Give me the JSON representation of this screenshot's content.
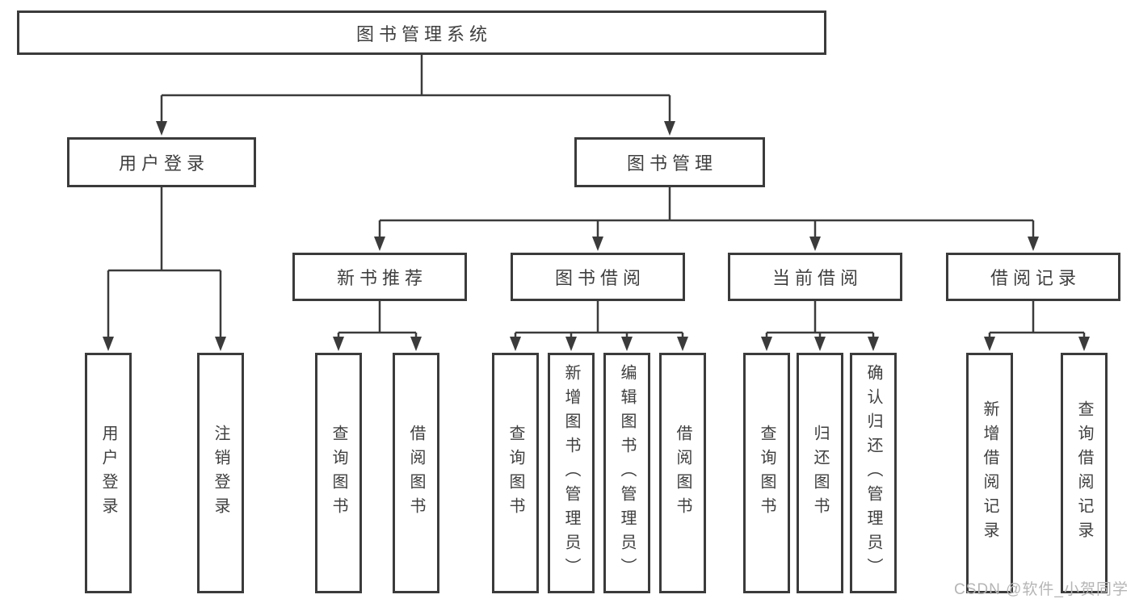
{
  "colors": {
    "line": "#3b3b3b",
    "box_border": "#3b3b3b",
    "text": "#3f3f3f",
    "watermark": "#b5b5b5",
    "background": "#ffffff"
  },
  "tree": {
    "label": "图书管理系统",
    "children": [
      {
        "label": "用户登录",
        "children": [
          {
            "label": "用户登录"
          },
          {
            "label": "注销登录"
          }
        ]
      },
      {
        "label": "图书管理",
        "children": [
          {
            "label": "新书推荐",
            "children": [
              {
                "label": "查询图书"
              },
              {
                "label": "借阅图书"
              }
            ]
          },
          {
            "label": "图书借阅",
            "children": [
              {
                "label": "查询图书"
              },
              {
                "label": "新增图书（管理员）"
              },
              {
                "label": "编辑图书（管理员）"
              },
              {
                "label": "借阅图书"
              }
            ]
          },
          {
            "label": "当前借阅",
            "children": [
              {
                "label": "查询图书"
              },
              {
                "label": "归还图书"
              },
              {
                "label": "确认归还（管理员）"
              }
            ]
          },
          {
            "label": "借阅记录",
            "children": [
              {
                "label": "新增借阅记录"
              },
              {
                "label": "查询借阅记录"
              }
            ]
          }
        ]
      }
    ]
  },
  "watermark": {
    "text": "CSDN @软件_小贺同学"
  }
}
